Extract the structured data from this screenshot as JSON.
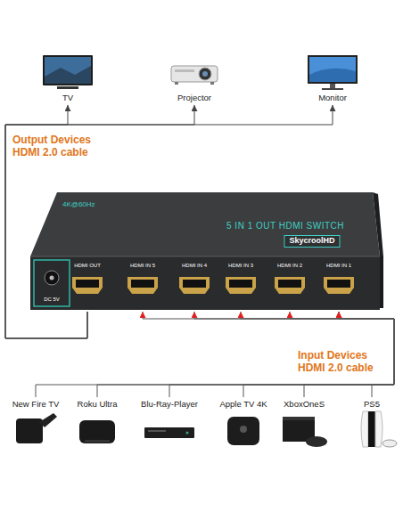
{
  "diagram": {
    "nodes": [
      {
        "text": [
          "TV"
        ]
      },
      {
        "text": [
          "Projector"
        ]
      },
      {
        "text": [
          "Monitor"
        ]
      },
      {
        "text": [
          "5 IN 1 OUT HDMI SWITCH",
          "4K@60Hz",
          "SkycroolHD",
          "HDMI OUT",
          "HDMI IN 5",
          "HDMI IN 4",
          "HDMI IN 3",
          "HDMI IN 2",
          "HDMI IN 1",
          "DC 5V"
        ]
      },
      {
        "text": [
          "New Fire TV"
        ]
      },
      {
        "text": [
          "Roku Ultra"
        ]
      },
      {
        "text": [
          "Blu-Ray-Player"
        ]
      },
      {
        "text": [
          "Apple TV 4K"
        ]
      },
      {
        "text": [
          "XboxOneS"
        ]
      },
      {
        "text": [
          "PS5"
        ]
      }
    ],
    "edges": [
      {
        "from": 3,
        "to": 0,
        "arrow": "to"
      },
      {
        "from": 3,
        "to": 1,
        "arrow": "to"
      },
      {
        "from": 3,
        "to": 2,
        "arrow": "to"
      },
      {
        "from": 4,
        "to": 3,
        "arrow": "to"
      },
      {
        "from": 5,
        "to": 3,
        "arrow": "to"
      },
      {
        "from": 6,
        "to": 3,
        "arrow": "to"
      },
      {
        "from": 7,
        "to": 3,
        "arrow": "to"
      },
      {
        "from": 8,
        "to": 3,
        "arrow": "to"
      },
      {
        "from": 9,
        "to": 3,
        "arrow": "to"
      }
    ],
    "labels": [
      "Output Devices HDMI 2.0 cable",
      "Input Devices HDMI 2.0 cable"
    ]
  }
}
